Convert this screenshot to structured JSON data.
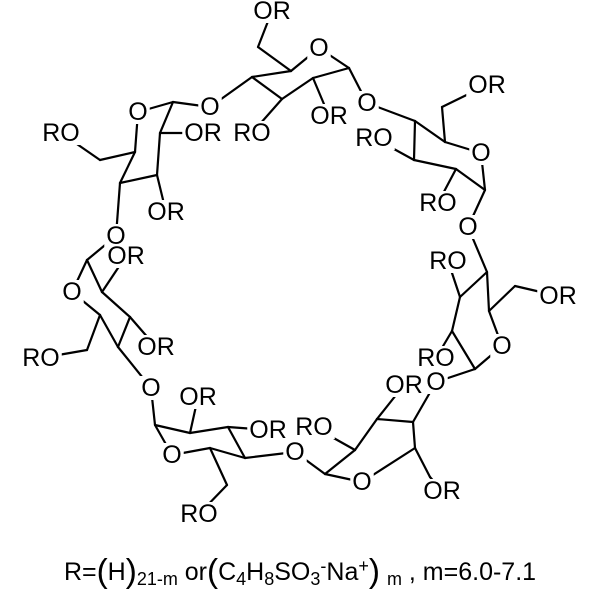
{
  "colors": {
    "background": "#ffffff",
    "bond": "#000000",
    "text": "#000000"
  },
  "molecule": {
    "units": [
      {
        "id": "glucose-1",
        "labels": {
          "or6": "OR",
          "ring": "O",
          "or2": "OR",
          "ro3": "RO"
        }
      },
      {
        "id": "glucose-2",
        "labels": {
          "or6": "OR",
          "ring": "O",
          "ro3": "RO",
          "ro2": "RO"
        }
      },
      {
        "id": "glucose-3",
        "labels": {
          "ro3": "RO",
          "or6": "OR",
          "ring": "O",
          "ro2": "RO"
        }
      },
      {
        "id": "glucose-4",
        "labels": {
          "or3": "OR",
          "ro2": "RO",
          "ring": "O",
          "or6": "OR"
        }
      },
      {
        "id": "glucose-5",
        "labels": {
          "or2": "OR",
          "or3": "OR",
          "ring": "O",
          "ro6": "RO"
        }
      },
      {
        "id": "glucose-6",
        "labels": {
          "or2": "OR",
          "or3": "OR",
          "ring": "O",
          "ro6": "RO"
        }
      },
      {
        "id": "glucose-7",
        "labels": {
          "ro6": "RO",
          "ring": "O",
          "or2": "OR",
          "or3": "OR"
        }
      }
    ],
    "linkages": {
      "o_7_1": "O",
      "o_1_2": "O",
      "o_2_3": "O",
      "o_3_4": "O",
      "o_4_5": "O",
      "o_5_6": "O",
      "o_6_7": "O"
    }
  },
  "formula": {
    "text": "R=(H)21-m or(C4H8SO3-Na+) m , m=6.0-7.1",
    "parts": {
      "r_eq": "R=",
      "lp1": "(",
      "h1": "H",
      "rp1": ")",
      "sub1": "21-m",
      "or": " or",
      "lp2": "(",
      "c": "C",
      "sub_c": "4",
      "h2": "H",
      "sub_h": "8",
      "so": "SO",
      "sub_so": "3",
      "sup_minus": "-",
      "na": "Na",
      "sup_plus": "+",
      "rp2": ")",
      "sub_m": "m",
      "tail": " , m=6.0-7.1"
    }
  }
}
